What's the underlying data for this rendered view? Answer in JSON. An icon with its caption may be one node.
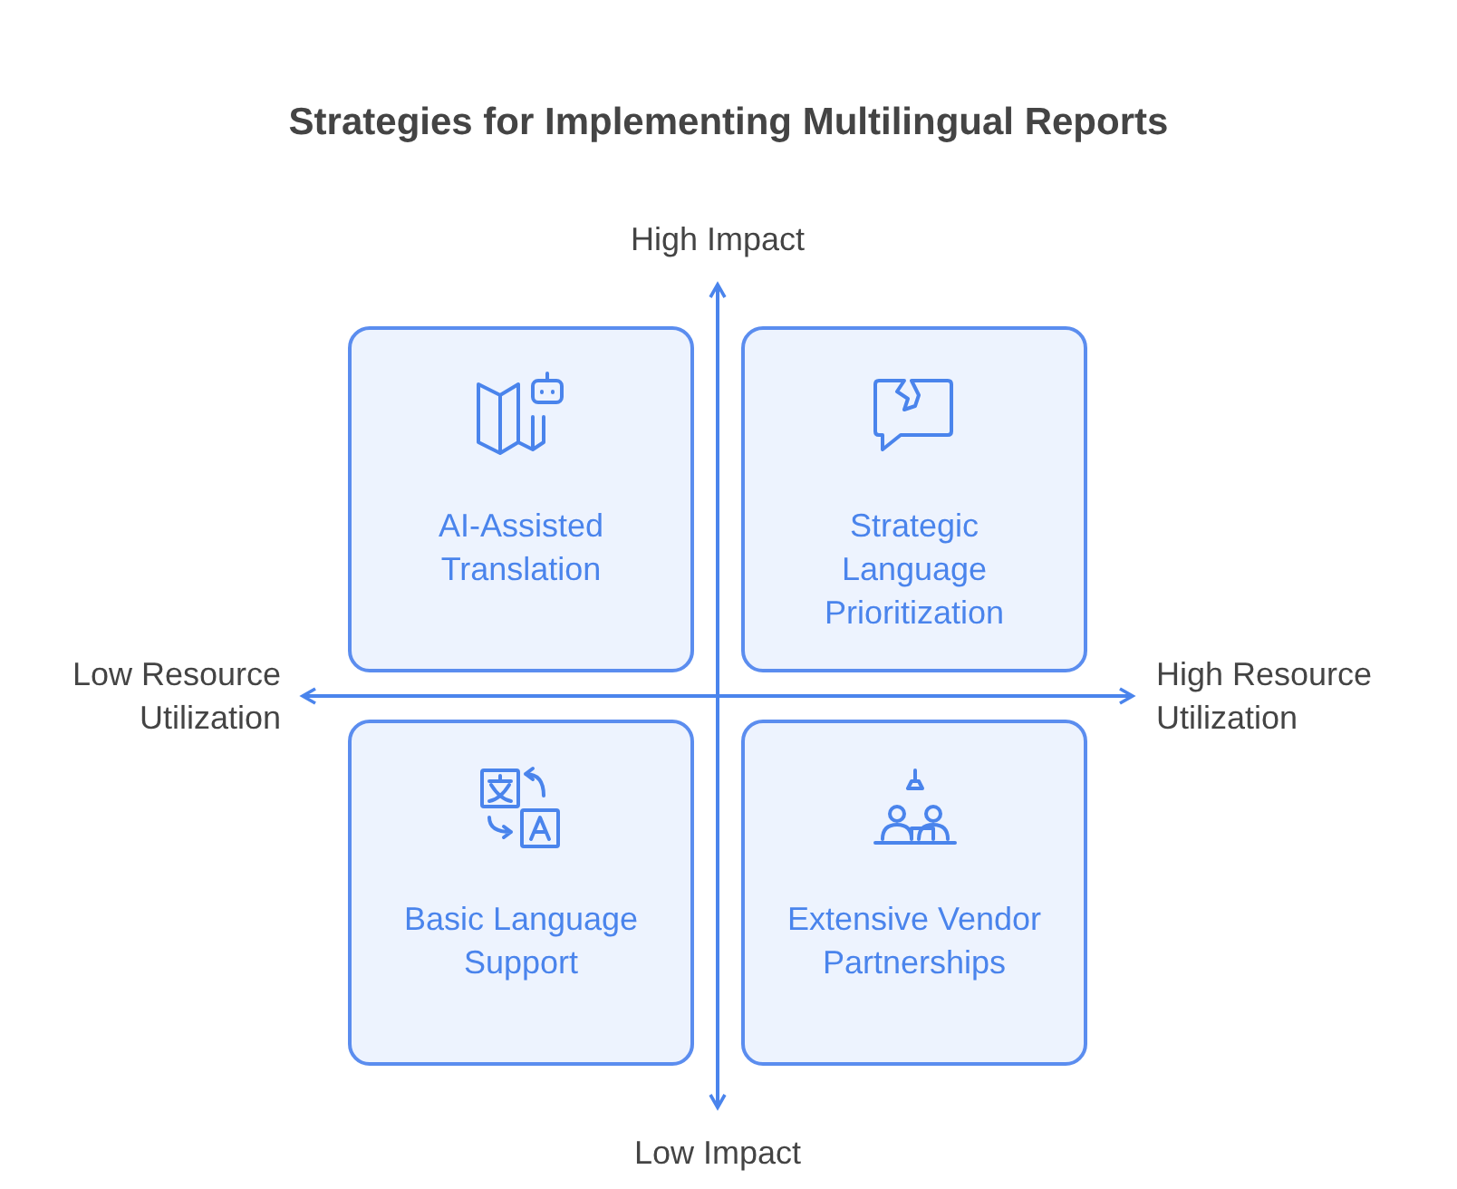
{
  "diagram": {
    "title": "Strategies for Implementing Multilingual Reports",
    "nodes": [
      {
        "text": [
          "AI-Assisted Translation"
        ]
      },
      {
        "text": [
          "Strategic Language Prioritization"
        ]
      },
      {
        "text": [
          "Basic Language Support"
        ]
      },
      {
        "text": [
          "Extensive Vendor Partnerships"
        ]
      }
    ],
    "labels": [
      "High Impact",
      "Low Resource Utilization",
      "High Resource Utilization",
      "Low Impact"
    ]
  }
}
